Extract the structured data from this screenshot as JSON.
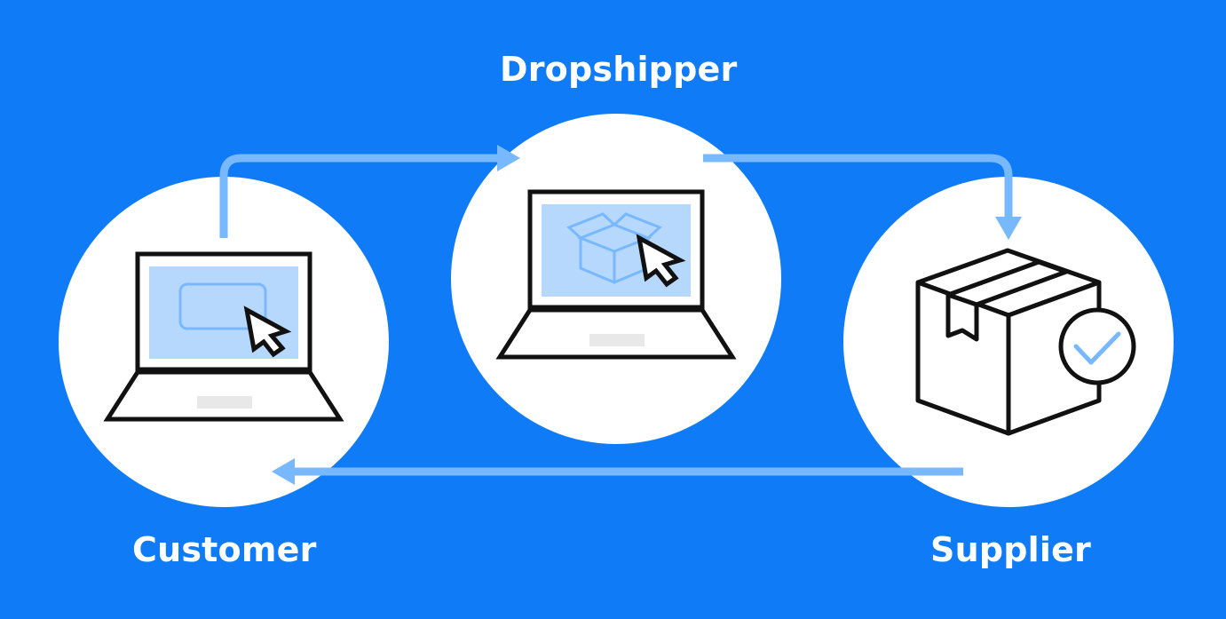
{
  "diagram": {
    "nodes": {
      "dropshipper": {
        "label": "Dropshipper",
        "icon": "laptop-with-box-icon"
      },
      "customer": {
        "label": "Customer",
        "icon": "laptop-with-cursor-icon"
      },
      "supplier": {
        "label": "Supplier",
        "icon": "box-with-checkmark-icon"
      }
    },
    "flows": [
      {
        "from": "customer",
        "to": "dropshipper"
      },
      {
        "from": "dropshipper",
        "to": "supplier"
      },
      {
        "from": "supplier",
        "to": "customer"
      }
    ]
  },
  "colors": {
    "background": "#0f7bf6",
    "circle": "#ffffff",
    "arrow": "#78b8ff",
    "screen": "#b7d8fd",
    "screen_icon": "#78b8ff",
    "outline": "#111111",
    "trackpad": "#e8e8e8"
  }
}
